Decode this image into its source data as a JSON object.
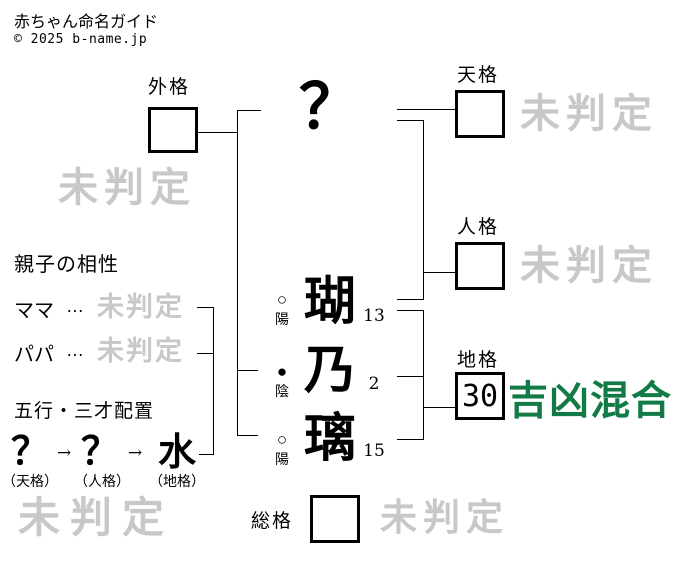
{
  "page": {
    "title": "赤ちゃん命名ガイド",
    "copyright": "© 2025 b-name.jp"
  },
  "diagram": {
    "surname_placeholder": "？",
    "name": [
      {
        "char": "瑚",
        "strokes": "13",
        "marker": "○",
        "polarity": "陽"
      },
      {
        "char": "乃",
        "strokes": "2",
        "marker": "●",
        "polarity": "陰"
      },
      {
        "char": "璃",
        "strokes": "15",
        "marker": "○",
        "polarity": "陽"
      }
    ],
    "gaikaku": {
      "label": "外格",
      "value": "",
      "result": "未判定"
    },
    "tenkaku": {
      "label": "天格",
      "value": "",
      "result": "未判定"
    },
    "jinkaku": {
      "label": "人格",
      "value": "",
      "result": "未判定"
    },
    "chikaku": {
      "label": "地格",
      "value": "30",
      "result": "吉凶混合"
    },
    "soukaku": {
      "label": "総格",
      "value": "",
      "result": "未判定"
    },
    "overall_watermark": "未判定"
  },
  "compatibility": {
    "title": "親子の相性",
    "mama": {
      "label": "ママ",
      "dots": "…",
      "result": "未判定"
    },
    "papa": {
      "label": "パパ",
      "dots": "…",
      "result": "未判定"
    }
  },
  "sansai": {
    "title": "五行・三才配置",
    "arrow": "→",
    "items": [
      {
        "element": "？",
        "label": "（天格）"
      },
      {
        "element": "？",
        "label": "（人格）"
      },
      {
        "element": "水",
        "label": "（地格）"
      }
    ]
  },
  "colors": {
    "watermark_gray": "#c8c8c8",
    "result_green": "#127a45",
    "line_black": "#000000"
  }
}
